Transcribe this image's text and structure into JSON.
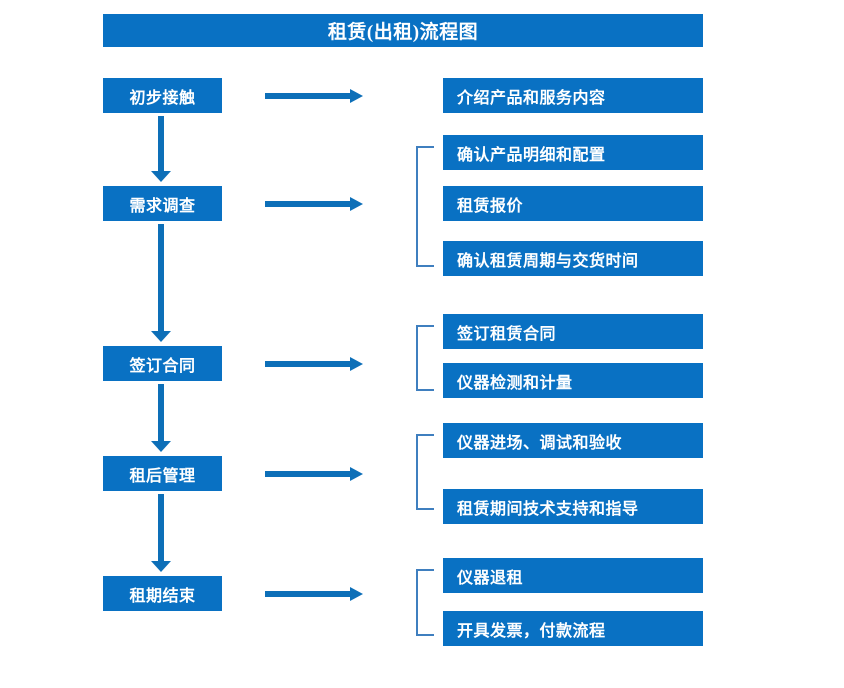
{
  "title": "租赁(出租)流程图",
  "stages": [
    {
      "label": "初步接触",
      "details": [
        "介绍产品和服务内容"
      ]
    },
    {
      "label": "需求调查",
      "details": [
        "确认产品明细和配置",
        "租赁报价",
        "确认租赁周期与交货时间"
      ]
    },
    {
      "label": "签订合同",
      "details": [
        "签订租赁合同",
        "仪器检测和计量"
      ]
    },
    {
      "label": "租后管理",
      "details": [
        "仪器进场、调试和验收",
        "租赁期间技术支持和指导"
      ]
    },
    {
      "label": "租期结束",
      "details": [
        "仪器退租",
        "开具发票，付款流程"
      ]
    }
  ],
  "colors": {
    "box_fill": "#0971c3",
    "arrow": "#0d6fb8",
    "bracket": "#3f7fbf",
    "box_text": "#ffffff",
    "background": "#ffffff"
  }
}
